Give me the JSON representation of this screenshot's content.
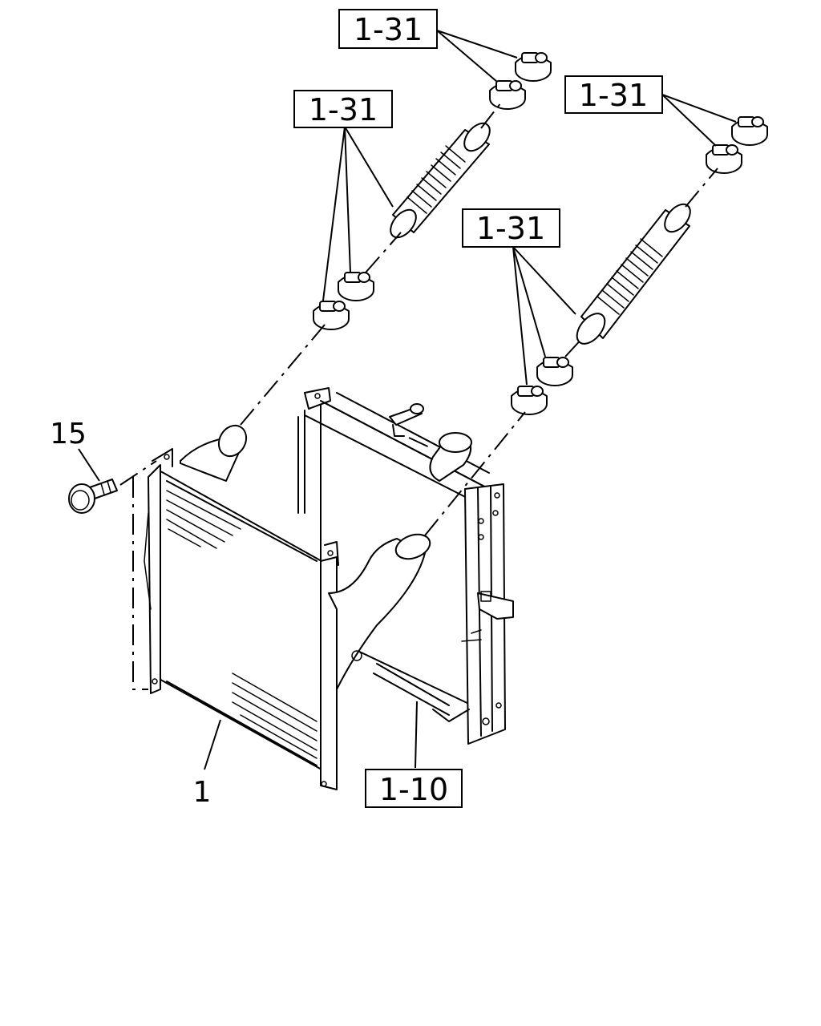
{
  "callouts": {
    "clamp_set_a": "1-31",
    "clamp_set_b": "1-31",
    "clamp_set_c": "1-31",
    "clamp_set_d": "1-31",
    "radiator": "1-10"
  },
  "item_numbers": {
    "intercooler": "1",
    "bolt": "15"
  }
}
